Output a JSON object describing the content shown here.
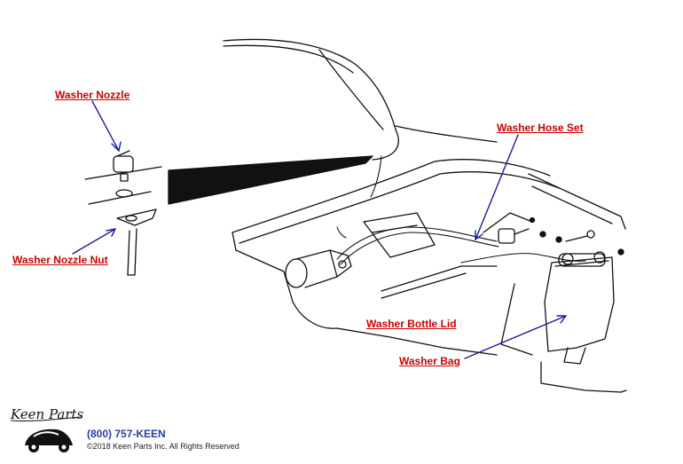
{
  "labels": {
    "washer_nozzle": "Washer Nozzle",
    "washer_nozzle_nut": "Washer Nozzle Nut",
    "washer_hose_set": "Washer Hose Set",
    "washer_bottle_lid": "Washer Bottle Lid",
    "washer_bag": "Washer Bag"
  },
  "footer": {
    "logo_text": "Keen Parts",
    "phone": "(800) 757-KEEN",
    "copyright": "©2018 Keen Parts Inc. All Rights Reserved"
  },
  "colors": {
    "label": "#cc0000",
    "arrow": "#1a1aa6",
    "phone": "#2a3f9e",
    "line": "#111111"
  }
}
